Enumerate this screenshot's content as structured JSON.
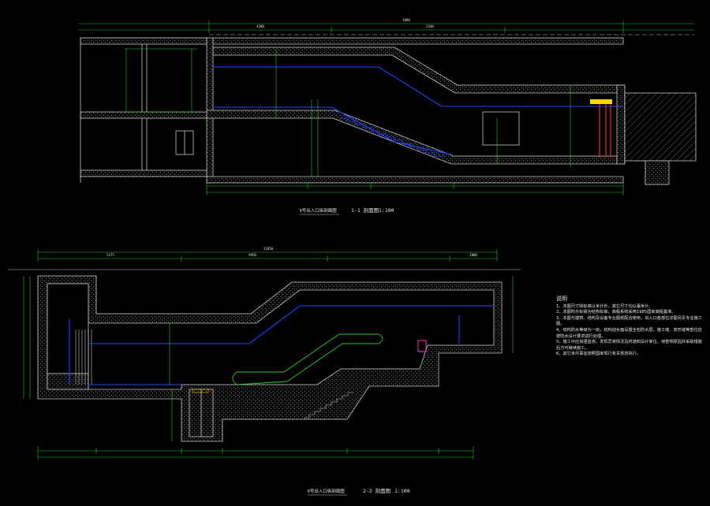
{
  "drawing": {
    "colors": {
      "background": "#000000",
      "wall": "#c8c8c8",
      "dimension": "#22cc22",
      "pipe": "#2244ff",
      "rail": "#cc2222",
      "accent": "#ffd400",
      "magenta": "#ff33cc"
    },
    "section_1": {
      "title": "Ⅱ号出入口纵剖面图",
      "label": "1-1 剖面图",
      "scale": "1:100"
    },
    "section_2": {
      "title": "Ⅱ号出入口纵剖面图",
      "label": "2-2 剖面图",
      "scale": "1:100"
    },
    "notes": {
      "title": "说明",
      "items": [
        "1、本图尺寸除标高以米计外，其它尺寸均以毫米计。",
        "2、本图所示标高为结构标高，高程系统采用1985国家高程基准。",
        "3、本图与建筑、结构及设备专业图纸配合使用，出入口各部位详图另见专业施工图。",
        "4、结构防水等级为一级，结构迎水面设置全包防水层，施工缝、变形缝等部位应按防水设计要求进行处理。",
        "5、施工中应加强监测，发现异常情况及时通知设计单位，待查明原因并采取措施后方可继续施工。",
        "6、其它未尽事宜按照国家现行有关规范执行。"
      ]
    },
    "dims_top_1": [
      "2090",
      "2340",
      "4200"
    ],
    "dims_top_2": [
      "11050",
      "5175",
      "9950",
      "2800"
    ]
  }
}
